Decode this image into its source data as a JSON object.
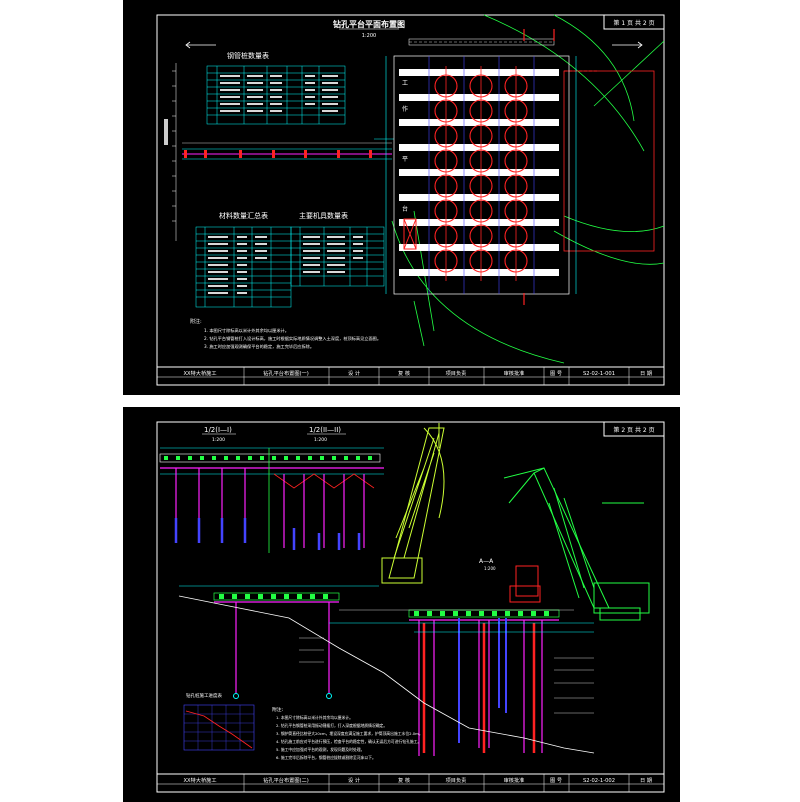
{
  "colors": {
    "bg": "#000000",
    "frame": "#ffffff",
    "red": "#ff2a2a",
    "green": "#22ff44",
    "cyan": "#00ffff",
    "blue": "#4a4aff",
    "magenta": "#ff33ff",
    "yellow": "#ffff33",
    "lime": "#ccff33"
  },
  "sheet1": {
    "title": "钻孔平台平面布置图",
    "scale": "1:200",
    "page": "第 1 页  共 2 页",
    "table1_title": "钢管桩数量表",
    "table2_title": "材料数量汇总表",
    "table3_title": "主要机具数量表",
    "notes_head": "附注:",
    "notes": [
      "1. 本图尺寸除标高以米计外其余均以厘米计。",
      "2. 钻孔平台钢管桩打入设计标高，施工时根据实际地质情况调整入土深度，桩顶标高见立面图。",
      "3. 施工时应加强观测确保平台的稳定，施工完毕后应拆除。"
    ],
    "titleblock": [
      "XX特大桥施工",
      "钻孔平台布置图(一)",
      "设 计",
      "复 核",
      "项目负责",
      "审核批准",
      "图 号",
      "S2-02-1-001",
      "日 期"
    ]
  },
  "sheet2": {
    "page": "第 2 页  共 2 页",
    "label_half1": "1/2(I—I)",
    "label_half2": "1/2(II—II)",
    "scale1": "1:200",
    "scale2": "1:200",
    "section_label": "A—A",
    "section_scale": "1:200",
    "graph_title": "钻孔桩施工进度表",
    "notes_head": "附注:",
    "notes": [
      "1. 本图尺寸除标高以米计外其余均以厘米计。",
      "2. 钻孔平台钢管桩采用振动锤插打，打入深度根据地质情况确定。",
      "3. 钢护筒直径比桩径大20cm，埋设深度应满足施工要求，护筒顶高出施工水位2.0m。",
      "4. 钻孔施工前应对平台进行预压，检查平台的稳定性，确认无误后方可进行钻孔施工。",
      "5. 施工中应加强对平台的观测，发现问题及时处理。",
      "6. 施工完毕后拆除平台，钢管桩应拔除或割除至河床以下。"
    ],
    "titleblock": [
      "XX特大桥施工",
      "钻孔平台布置图(二)",
      "设 计",
      "复 核",
      "项目负责",
      "审核批准",
      "图 号",
      "S2-02-1-002",
      "日 期"
    ]
  }
}
